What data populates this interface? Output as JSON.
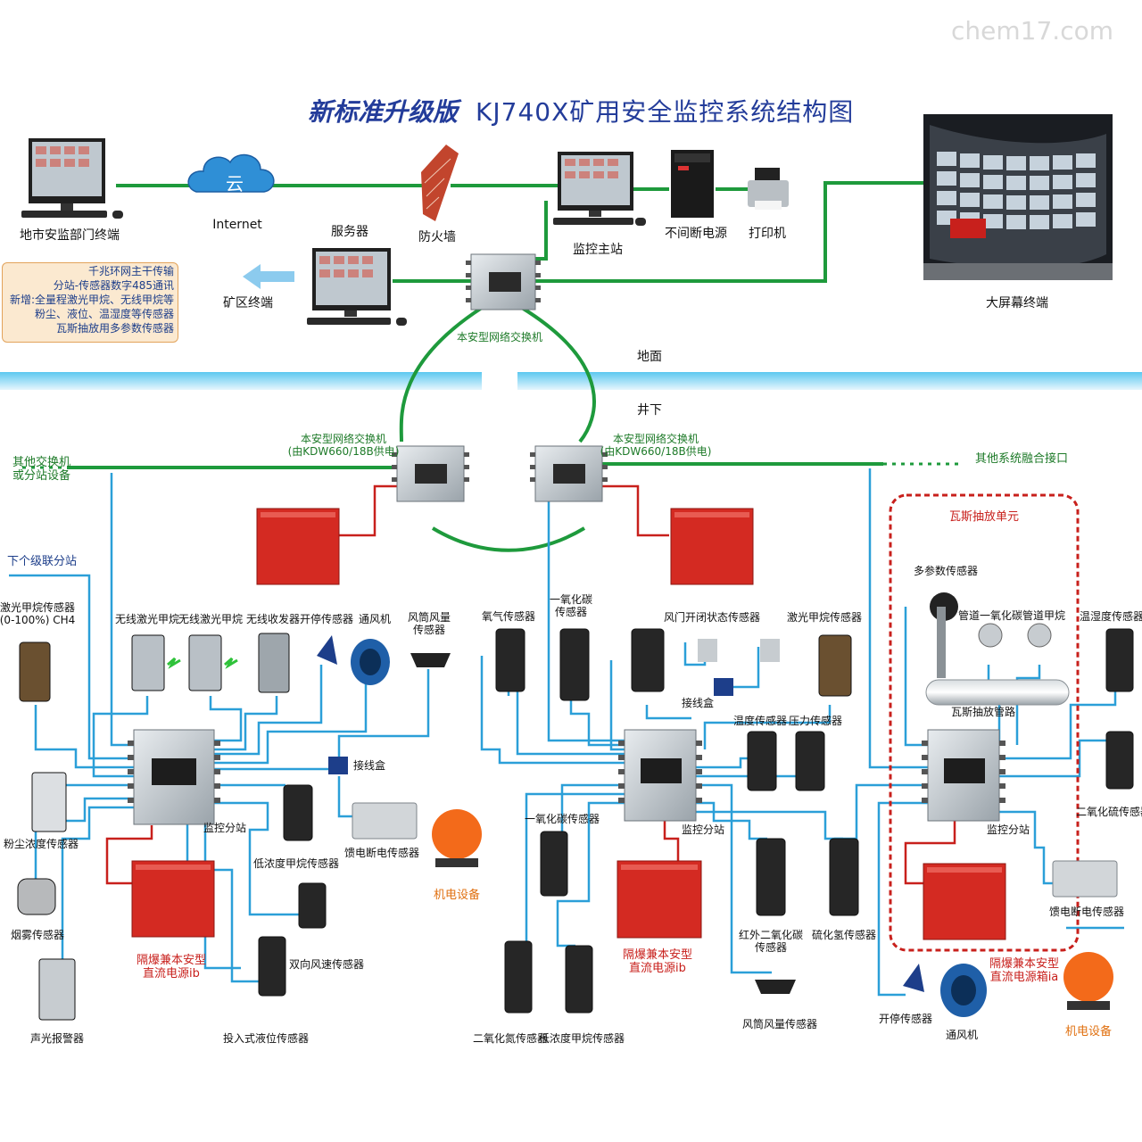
{
  "watermark": "chem17.com",
  "title": {
    "bold_part": "新标准升级版",
    "main_part": "KJ740X矿用安全监控系统结构图"
  },
  "notes": [
    "千兆环网主干传输",
    "分站-传感器数字485通讯",
    "新增:全量程激光甲烷、无线甲烷等",
    "粉尘、液位、温湿度等传感器",
    "瓦斯抽放用多参数传感器"
  ],
  "surface_labels": {
    "city_terminal": "地市安监部门终端",
    "cloud_text": "云",
    "internet": "Internet",
    "firewall": "防火墙",
    "server": "服务器",
    "main_station": "监控主站",
    "ups": "不间断电源",
    "printer": "打印机",
    "big_screen": "大屏幕终端",
    "mine_terminal": "矿区终端",
    "switch_surface": "本安型网络交换机",
    "ground": "地面",
    "underground": "井下"
  },
  "underground_labels": {
    "switch_left": [
      "本安型网络交换机",
      "(由KDW660/18B供电)"
    ],
    "switch_right": [
      "本安型网络交换机",
      "(由KDW660/18B供电)"
    ],
    "other_switch": [
      "其他交换机",
      "或分站设备"
    ],
    "other_interface": "其他系统融合接口",
    "next_station": "下个级联分站",
    "gas_unit": "瓦斯抽放单元"
  },
  "left_group": {
    "laser_ch4": [
      "激光甲烷传感器",
      "(0-100%) CH4"
    ],
    "wireless_1": "无线激光甲烷",
    "wireless_2": "无线激光甲烷",
    "wireless_tx": "无线收发器",
    "switch_sensor": "开停传感器",
    "fan": "通风机",
    "duct_flow": [
      "风筒风量",
      "传感器"
    ],
    "junction": "接线盒",
    "dust": "粉尘浓度传感器",
    "smoke": "烟雾传感器",
    "alarm": "声光报警器",
    "station": "监控分站",
    "low_ch4": "低浓度甲烷传感器",
    "feed_off": "馈电断电传感器",
    "mech": "机电设备",
    "psu": [
      "隔爆兼本安型",
      "直流电源ib"
    ],
    "bi_wind": "双向风速传感器",
    "liquid": "投入式液位传感器"
  },
  "middle_group": {
    "oxygen": "氧气传感器",
    "co": [
      "一氧化碳",
      "传感器"
    ],
    "door": "风门开闭状态传感器",
    "junction": "接线盒",
    "temp": "温度传感器",
    "pressure": "压力传感器",
    "laser_ch4": "激光甲烷传感器",
    "station": "监控分站",
    "co2": "一氧化碳传感器",
    "ir_co2": [
      "红外二氧化碳",
      "传感器"
    ],
    "h2s": "硫化氢传感器",
    "psu": [
      "隔爆兼本安型",
      "直流电源ib"
    ],
    "no2": "二氧化氮传感器",
    "low_ch4": "低浓度甲烷传感器",
    "duct_flow": "风筒风量传感器"
  },
  "right_group": {
    "multi_param": "多参数传感器",
    "pipe_co": "管道一氧化碳",
    "pipe_ch4": "管道甲烷",
    "temp_hum": "温湿度传感器",
    "pipe": "瓦斯抽放管路",
    "so2": "二氧化硫传感器",
    "station": "监控分站",
    "feed_off": "馈电断电传感器",
    "psu": [
      "隔爆兼本安型",
      "直流电源箱ia"
    ],
    "switch_sensor": "开停传感器",
    "fan": "通风机",
    "mech": "机电设备"
  },
  "colors": {
    "title": "#233c9a",
    "network": "#1e9a3c",
    "signal": "#2b9fd8",
    "power": "#c8201c",
    "psu_red": "#d42a22",
    "note_bg": "#fbe9d0"
  }
}
